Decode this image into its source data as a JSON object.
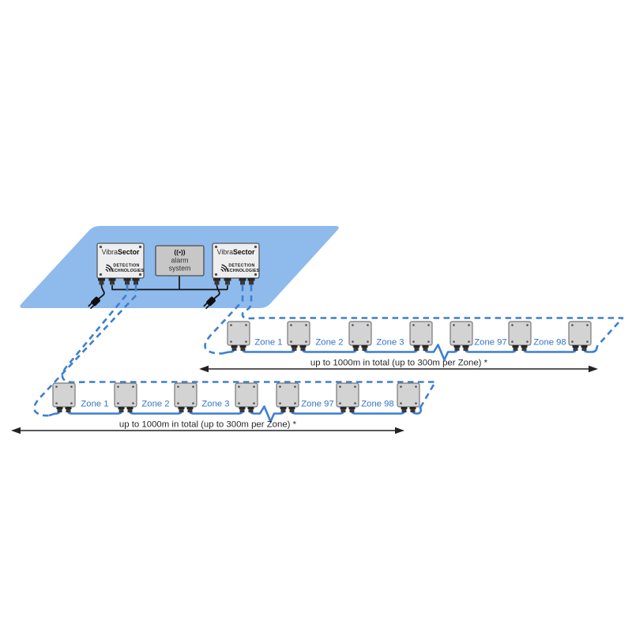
{
  "diagram": {
    "platform_color": "#8fbaec",
    "cable_color": "#3d7fd0",
    "zone_label_color": "#3573c4",
    "controllers": [
      {
        "brand_prefix": "Vibra",
        "brand_suffix": "Sector",
        "logo": "vibration-waves-icon",
        "tagline_line1": "DETECTION",
        "tagline_line2": "TECHNOLOGIES"
      },
      {
        "brand_prefix": "Vibra",
        "brand_suffix": "Sector",
        "logo": "vibration-waves-icon",
        "tagline_line1": "DETECTION",
        "tagline_line2": "TECHNOLOGIES"
      }
    ],
    "alarm_box": {
      "icon": "((•))",
      "line1": "alarm",
      "line2": "system"
    },
    "chains": [
      {
        "id": "upper",
        "sensor_count": 7,
        "zone_labels": [
          "Zone 1",
          "Zone 2",
          "Zone 3",
          "Zone 97",
          "Zone 98"
        ],
        "distance_label": "up to 1000m in total (up to 300m per Zone) *"
      },
      {
        "id": "lower",
        "sensor_count": 7,
        "zone_labels": [
          "Zone 1",
          "Zone 2",
          "Zone 3",
          "Zone 97",
          "Zone 98"
        ],
        "distance_label": "up to 1000m in total (up to 300m per Zone) *"
      }
    ]
  }
}
